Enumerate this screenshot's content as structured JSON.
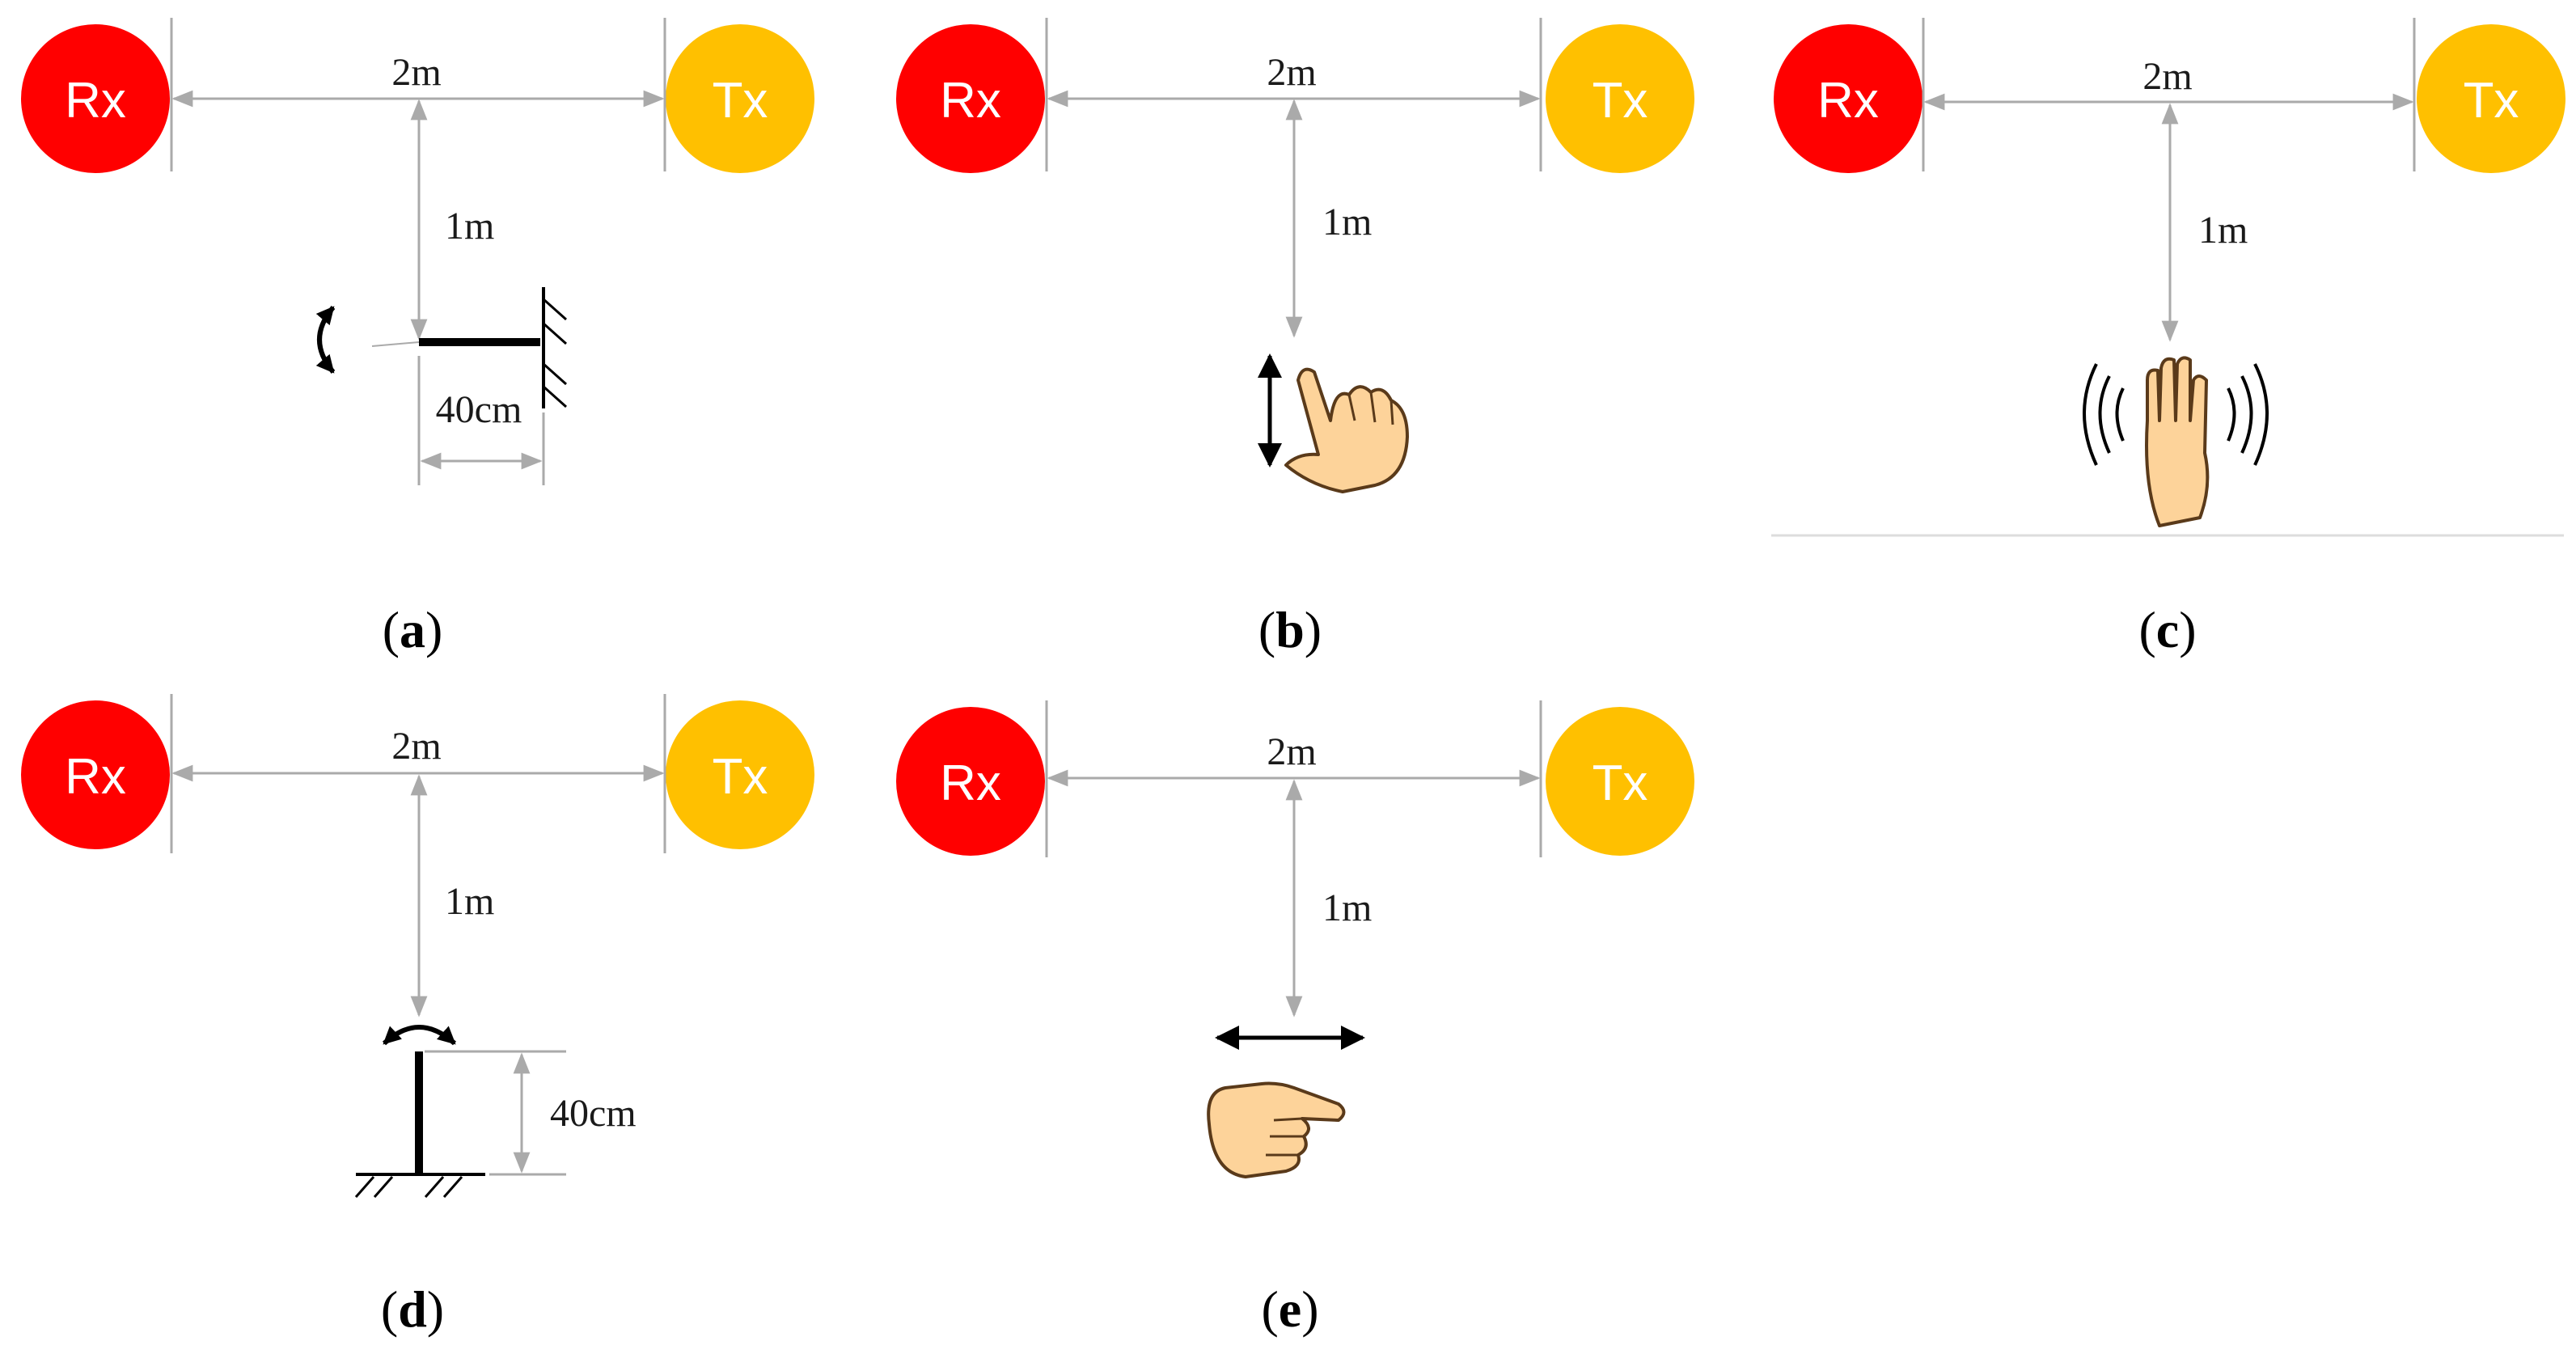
{
  "colors": {
    "rx_fill": "#ff0000",
    "tx_fill": "#ffc000",
    "dimension_line": "#aaaaaa",
    "structure": "#000000",
    "hand_skin": "#fdd39a",
    "hand_outline": "#5a3a1a"
  },
  "panels": [
    {
      "id": "a",
      "rx_label": "Rx",
      "tx_label": "Tx",
      "horizontal_distance": "2m",
      "vertical_distance": "1m",
      "caption_open": "(",
      "caption_letter": "a",
      "caption_close": ")",
      "object": "horizontal-cantilever-rotating",
      "object_icon": "cantilever-beam-icon",
      "object_dimension": "40cm"
    },
    {
      "id": "b",
      "rx_label": "Rx",
      "tx_label": "Tx",
      "horizontal_distance": "2m",
      "vertical_distance": "1m",
      "caption_open": "(",
      "caption_letter": "b",
      "caption_close": ")",
      "object": "finger-moving-up-down",
      "object_icon": "pointing-hand-icon"
    },
    {
      "id": "c",
      "rx_label": "Rx",
      "tx_label": "Tx",
      "horizontal_distance": "2m",
      "vertical_distance": "1m",
      "caption_open": "(",
      "caption_letter": "c",
      "caption_close": ")",
      "object": "waving-hand",
      "object_icon": "waving-hand-icon"
    },
    {
      "id": "d",
      "rx_label": "Rx",
      "tx_label": "Tx",
      "horizontal_distance": "2m",
      "vertical_distance": "1m",
      "caption_open": "(",
      "caption_letter": "d",
      "caption_close": ")",
      "object": "vertical-post-rotating",
      "object_icon": "vertical-post-icon",
      "object_dimension": "40cm"
    },
    {
      "id": "e",
      "rx_label": "Rx",
      "tx_label": "Tx",
      "horizontal_distance": "2m",
      "vertical_distance": "1m",
      "caption_open": "(",
      "caption_letter": "e",
      "caption_close": ")",
      "object": "finger-moving-left-right",
      "object_icon": "pointing-hand-sideways-icon"
    }
  ]
}
